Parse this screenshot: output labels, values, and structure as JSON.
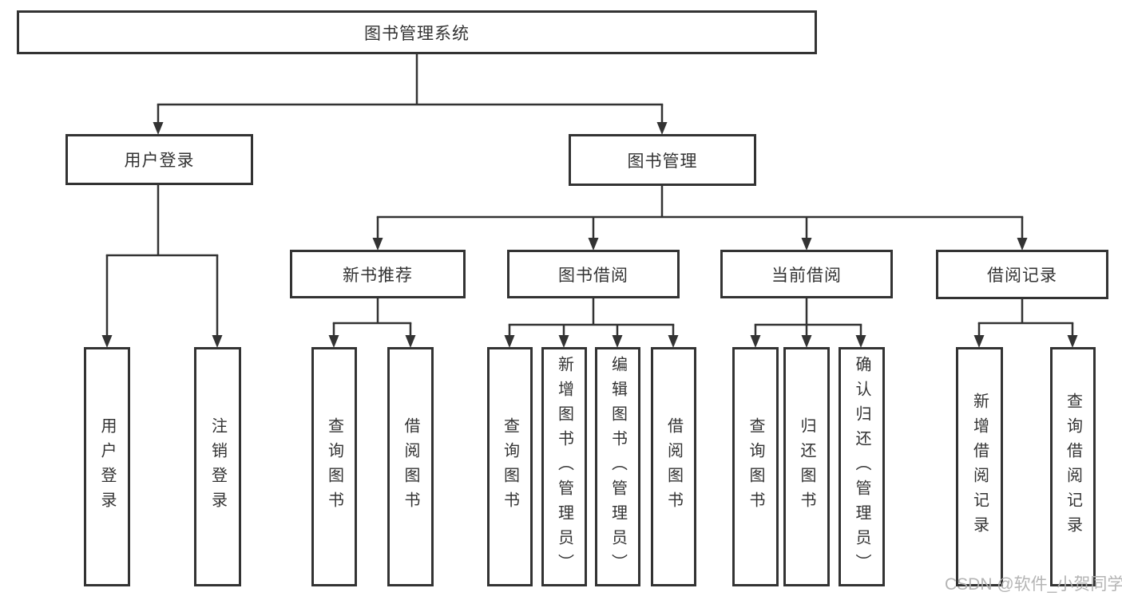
{
  "nodes": {
    "root": "图书管理系统",
    "user_login": "用户登录",
    "book_management": "图书管理",
    "new_book_recommend": "新书推荐",
    "book_borrowing": "图书借阅",
    "current_borrowing": "当前借阅",
    "borrowing_records": "借阅记录",
    "leaf_user_login": "用户登录",
    "leaf_logout": "注销登录",
    "leaf_recommend_query_books": "查询图书",
    "leaf_recommend_borrow_books": "借阅图书",
    "leaf_borrowing_query_books": "查询图书",
    "leaf_borrowing_add_books_admin": "新增图书（管理员）",
    "leaf_borrowing_edit_books_admin": "编辑图书（管理员）",
    "leaf_borrowing_borrow_books": "借阅图书",
    "leaf_current_query_books": "查询图书",
    "leaf_current_return_books": "归还图书",
    "leaf_current_confirm_return_admin": "确认归还（管理员）",
    "leaf_records_add_record": "新增借阅记录",
    "leaf_records_query_record": "查询借阅记录"
  },
  "watermark": "CSDN @软件_小贺同学",
  "colors": {
    "line": "#333333",
    "text": "#333333",
    "box_background": "#ffffff",
    "watermark": "#b0b0b0",
    "background": "#ffffff"
  }
}
